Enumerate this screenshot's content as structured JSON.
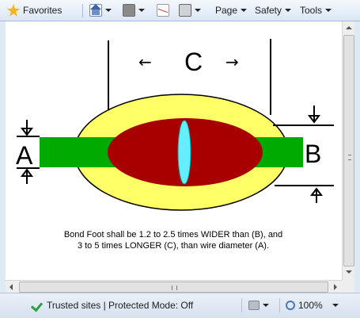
{
  "toolbar": {
    "favorites_label": "Favorites",
    "page_label": "Page",
    "safety_label": "Safety",
    "tools_label": "Tools"
  },
  "content": {
    "diagram": {
      "label_a": "A",
      "label_b": "B",
      "label_c": "C",
      "arrow_left": "←",
      "arrow_right": "→",
      "caption_line1": "Bond Foot shall be 1.2 to 2.5 times WIDER than (B), and",
      "caption_line2": "3 to  5 times LONGER (C),  than wire diameter (A).",
      "colors": {
        "outer_ellipse": "#ffff66",
        "inner_ellipse": "#a80000",
        "wire": "#00aa00",
        "center_lens": "#66eeff"
      }
    }
  },
  "statusbar": {
    "zone_text": "Trusted sites | Protected Mode: Off",
    "zoom_text": "100%"
  }
}
